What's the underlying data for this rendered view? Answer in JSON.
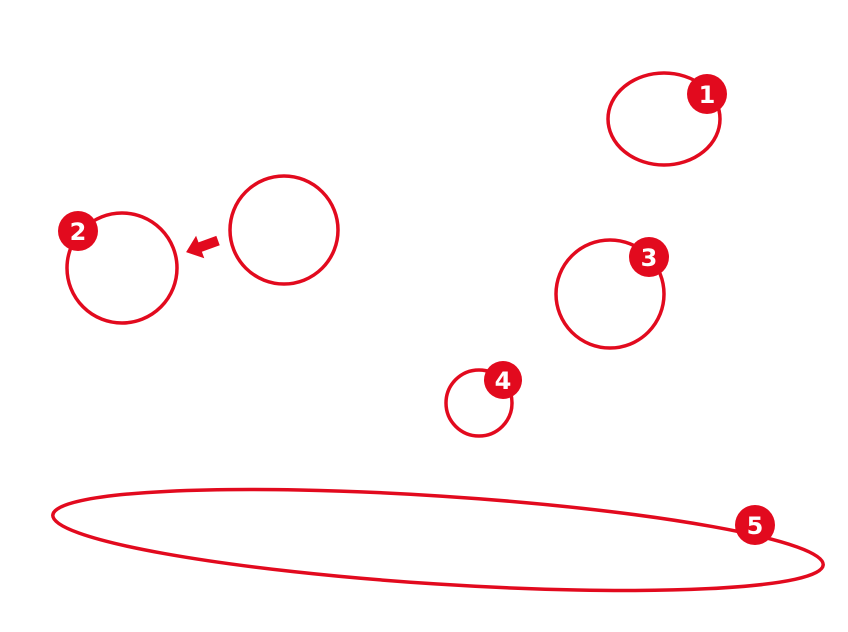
{
  "accent_color": "#e20a1e",
  "markers": [
    {
      "label": "1"
    },
    {
      "label": "2"
    },
    {
      "label": "3"
    },
    {
      "label": "4"
    },
    {
      "label": "5"
    }
  ],
  "arrow": {
    "icon": "arrow-left-down-icon"
  }
}
